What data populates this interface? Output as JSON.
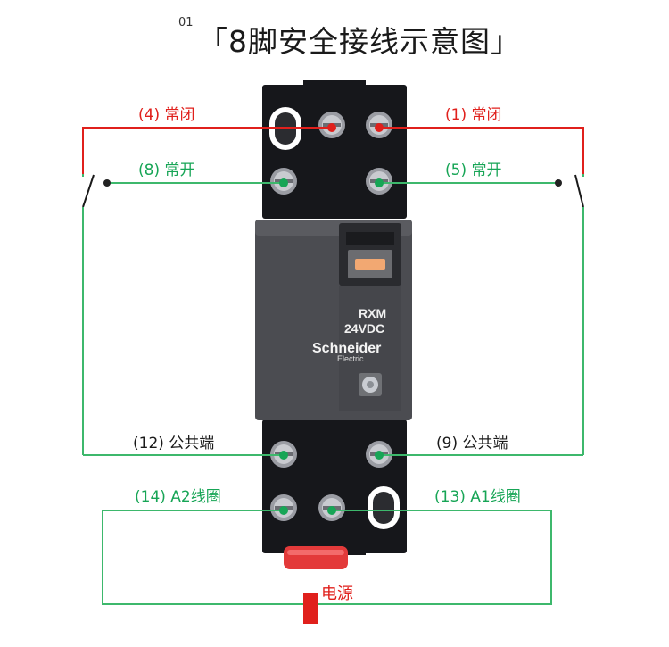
{
  "title": {
    "number": "01",
    "text": "「8脚安全接线示意图」"
  },
  "labels": {
    "nc4": "(4) 常闭",
    "nc1": "(1) 常闭",
    "no8": "(8) 常开",
    "no5": "(5) 常开",
    "com12": "(12) 公共端",
    "com9": "(9) 公共端",
    "a2": "(14) A2线圈",
    "a1": "(13) A1线圈",
    "power": "电源"
  },
  "device": {
    "model": "RXM",
    "voltage": "24VDC",
    "brand": "Schneider",
    "brand_sub": "Electric"
  },
  "colors": {
    "red": "#e0201c",
    "green": "#17a556",
    "wire_green": "#3db86c",
    "base": "#16171b",
    "body": "#4b4c51"
  }
}
